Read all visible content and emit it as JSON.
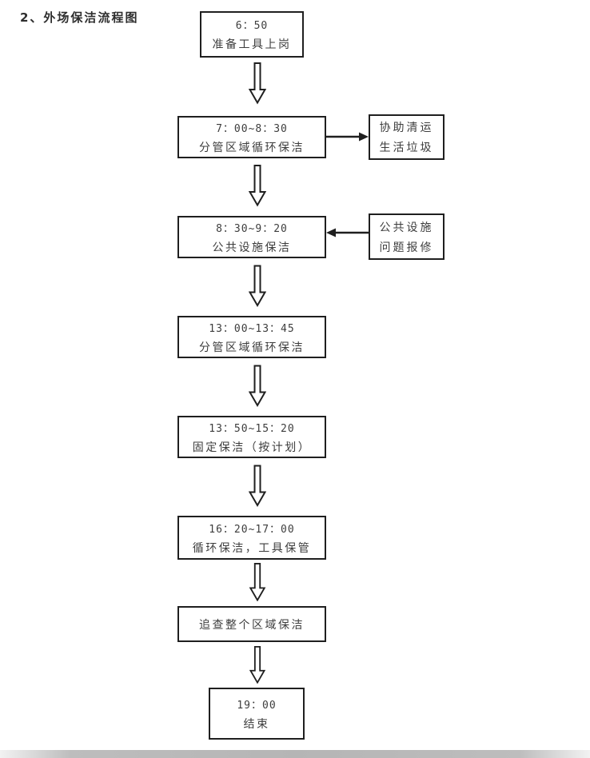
{
  "title": "2、外场保洁流程图",
  "colors": {
    "background": "#ffffff",
    "box_border": "#1f1f1f",
    "text": "#3d3d3d",
    "watermark_bar": "#b5b5b5"
  },
  "icons": {
    "down_block_arrow": "⇩",
    "right_arrow": "→",
    "left_arrow": "←"
  },
  "flowchart": {
    "nodes": {
      "start": {
        "time": "6：50",
        "label": "准备工具上岗"
      },
      "step1": {
        "time": "7：00~8：30",
        "label": "分管区域循环保洁"
      },
      "side1": {
        "line1": "协助清运",
        "line2": "生活垃圾"
      },
      "step2": {
        "time": "8：30~9：20",
        "label": "公共设施保洁"
      },
      "side2": {
        "line1": "公共设施",
        "line2": "问题报修"
      },
      "step3": {
        "time": "13：00~13：45",
        "label": "分管区域循环保洁"
      },
      "step4": {
        "time": "13：50~15：20",
        "label": "固定保洁（按计划）"
      },
      "step5": {
        "time": "16：20~17：00",
        "label": "循环保洁，工具保管"
      },
      "step6": {
        "label": "追查整个区域保洁"
      },
      "end": {
        "time": "19：00",
        "label": "结束"
      }
    },
    "connections": [
      "start→step1",
      "step1→side1",
      "step1→step2",
      "side2→step2",
      "step2→step3",
      "step3→step4",
      "step4→step5",
      "step5→step6",
      "step6→end"
    ]
  }
}
